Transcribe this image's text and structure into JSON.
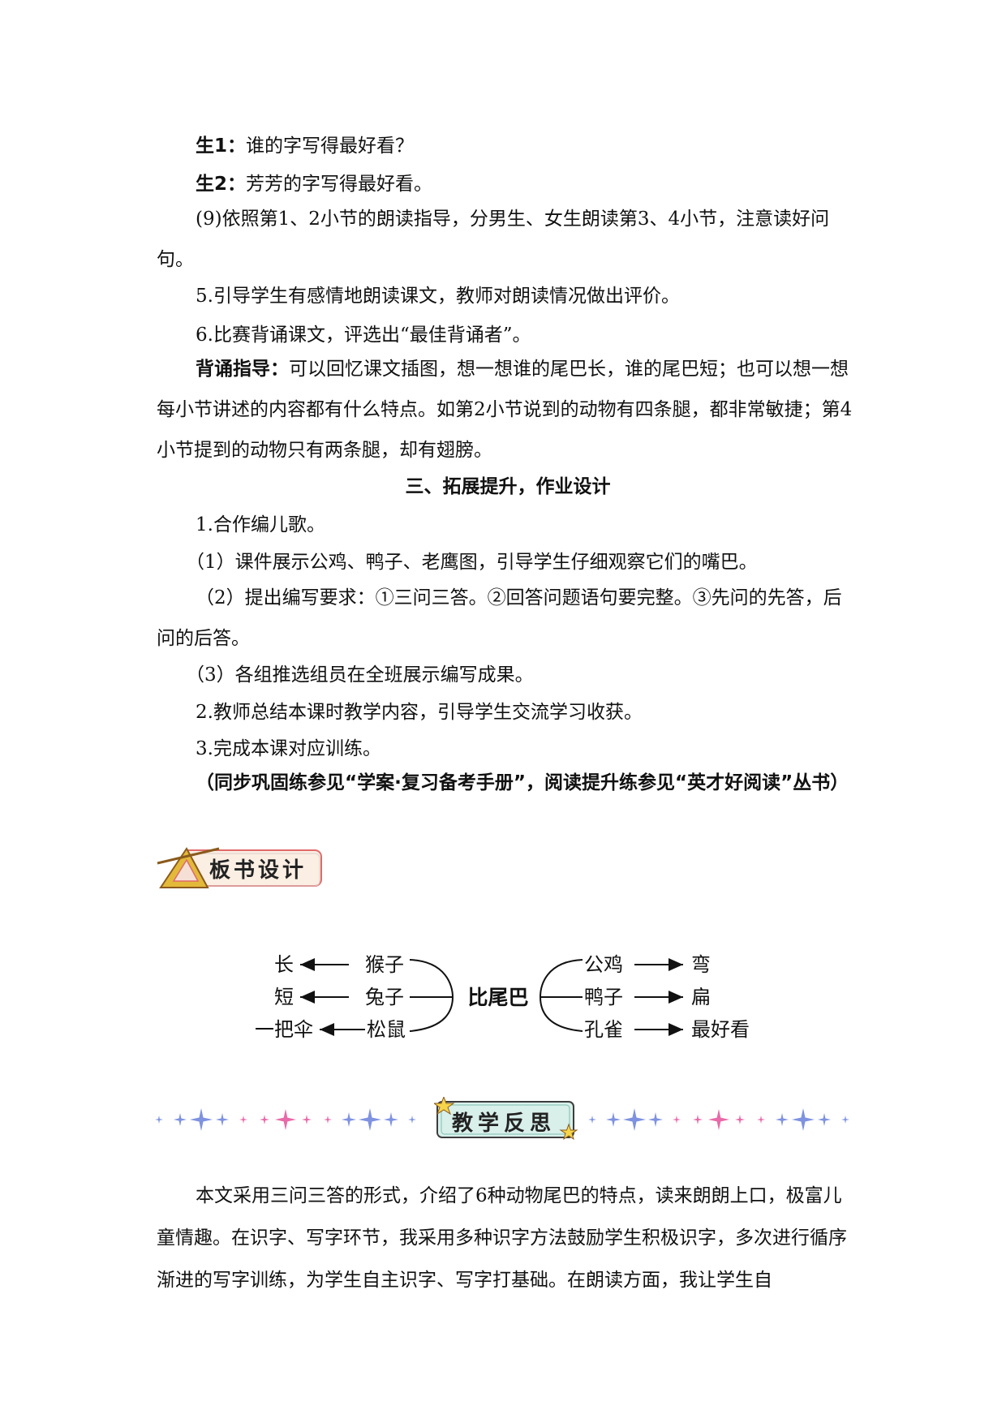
{
  "lines": {
    "s1_speaker": "生1：",
    "s1_text": "谁的字写得最好看？",
    "s2_speaker": "生2：",
    "s2_text": "芳芳的字写得最好看。",
    "p9": "(9)依照第1、2小节的朗读指导，分男生、女生朗读第3、4小节，注意读好问句。",
    "p5": "5.引导学生有感情地朗读课文，教师对朗读情况做出评价。",
    "p6": "6.比赛背诵课文，评选出“最佳背诵者”。",
    "guide_label": "背诵指导：",
    "guide_text": "可以回忆课文插图，想一想谁的尾巴长，谁的尾巴短；也可以想一想每小节讲述的内容都有什么特点。如第2小节说到的动物有四条腿，都非常敏捷；第4小节提到的动物只有两条腿，却有翅膀。"
  },
  "section3": {
    "title": "三、拓展提升，作业设计",
    "item1": "1.合作编儿歌。",
    "sub1": "（1）课件展示公鸡、鸭子、老鹰图，引导学生仔细观察它们的嘴巴。",
    "sub2": "（2）提出编写要求：①三问三答。②回答问题语句要完整。③先问的先答，后问的后答。",
    "sub3": "（3）各组推选组员在全班展示编写成果。",
    "item2": "2.教师总结本课时教学内容，引导学生交流学习收获。",
    "item3": "3.完成本课对应训练。",
    "note": "（同步巩固练参见“学案·复习备考手册”，阅读提升练参见“英才好阅读”丛书）"
  },
  "board": {
    "tag": "板书设计",
    "center": "比尾巴",
    "left": [
      {
        "animal": "猴子",
        "trait": "长"
      },
      {
        "animal": "兔子",
        "trait": "短"
      },
      {
        "animal": "松鼠",
        "trait": "一把伞"
      }
    ],
    "right": [
      {
        "animal": "公鸡",
        "trait": "弯"
      },
      {
        "animal": "鸭子",
        "trait": "扁"
      },
      {
        "animal": "孔雀",
        "trait": "最好看"
      }
    ]
  },
  "reflection": {
    "tag": "教学反思",
    "text": "本文采用三问三答的形式，介绍了6种动物尾巴的特点，读来朗朗上口，极富儿童情趣。在识字、写字环节，我采用多种识字方法鼓励学生积极识字，多次进行循序渐进的写字训练，为学生自主识字、写字打基础。在朗读方面，我让学生自"
  },
  "colors": {
    "tag_bg": "#fbeee3",
    "tag_border": "#e06a6a",
    "triangle": "#e3b93a",
    "reflect_bg": "#d8efea",
    "star_blue": "#7f92e0",
    "star_pink": "#e86aa8"
  }
}
